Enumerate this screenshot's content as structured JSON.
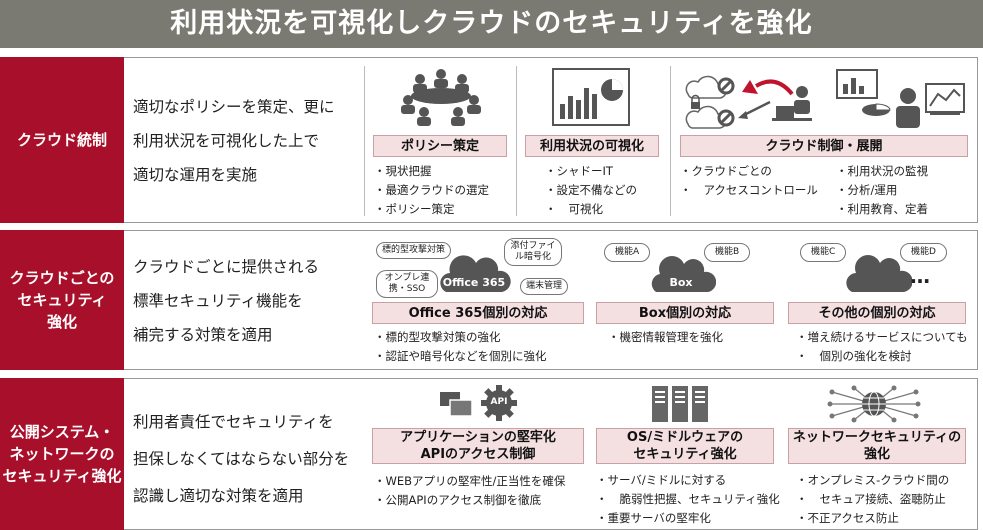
{
  "title": "利用状況を可視化しクラウドのセキュリティを強化",
  "rows": [
    {
      "label": "クラウド統制",
      "desc": [
        "適切なポリシーを策定、更に",
        "利用状況を可視化した上で",
        "適切な運用を実施"
      ],
      "cols": [
        {
          "head": "ポリシー策定",
          "bullets": [
            "現状把握",
            "最適クラウドの選定",
            "ポリシー策定"
          ]
        },
        {
          "head": "利用状況の可視化",
          "bullets": [
            "シャドーIT",
            "設定不備などの",
            "可視化"
          ]
        },
        {
          "head": "クラウド制御・展開",
          "bullets_left": [
            "クラウドごとの",
            "アクセスコントロール"
          ],
          "bullets_right": [
            "利用状況の監視",
            "分析/運用",
            "利用教育、定着"
          ]
        }
      ]
    },
    {
      "label": "クラウドごとのセキュリティ強化",
      "label_lines": [
        "クラウドごとの",
        "セキュリティ",
        "強化"
      ],
      "desc": [
        "クラウドごとに提供される",
        "標準セキュリティ機能を",
        "補完する対策を適用"
      ],
      "cols": [
        {
          "head": "Office 365個別の対応",
          "cloud": "Office 365",
          "tags": [
            "標的型攻撃対策",
            "添付ファイル暗号化",
            "オンプレ連携・SSO",
            "端末管理"
          ],
          "bullets": [
            "標的型攻撃対策の強化",
            "認証や暗号化などを個別に強化"
          ]
        },
        {
          "head": "Box個別の対応",
          "cloud": "Box",
          "tags": [
            "機能A",
            "機能B"
          ],
          "bullets": [
            "機密情報管理を強化"
          ]
        },
        {
          "head": "その他の個別の対応",
          "tags": [
            "機能C",
            "機能D"
          ],
          "ellipsis": "…",
          "bullets": [
            "増え続けるサービスについても",
            "個別の強化を検討"
          ]
        }
      ]
    },
    {
      "label": "公開システム・ネットワークのセキュリティ強化",
      "label_lines": [
        "公開システム・",
        "ネットワークの",
        "セキュリティ強化"
      ],
      "desc": [
        "利用者責任でセキュリティを",
        "担保しなくてはならない部分を",
        "認識し適切な対策を適用"
      ],
      "cols": [
        {
          "head_lines": [
            "アプリケーションの堅牢化",
            "APIのアクセス制御"
          ],
          "icon_text": "API",
          "bullets": [
            "WEBアプリの堅牢性/正当性を確保",
            "公開APIのアクセス制御を徹底"
          ]
        },
        {
          "head_lines": [
            "OS/ミドルウェアの",
            "セキュリティ強化"
          ],
          "bullets": [
            "サーバ/ミドルに対する",
            "脆弱性把握、セキュリティ強化",
            "重要サーバの堅牢化"
          ]
        },
        {
          "head_lines": [
            "ネットワークセキュリティの",
            "強化"
          ],
          "bullets": [
            "オンプレミス-クラウド間の",
            "セキュア接続、盗聴防止",
            "不正アクセス防止"
          ]
        }
      ]
    }
  ]
}
